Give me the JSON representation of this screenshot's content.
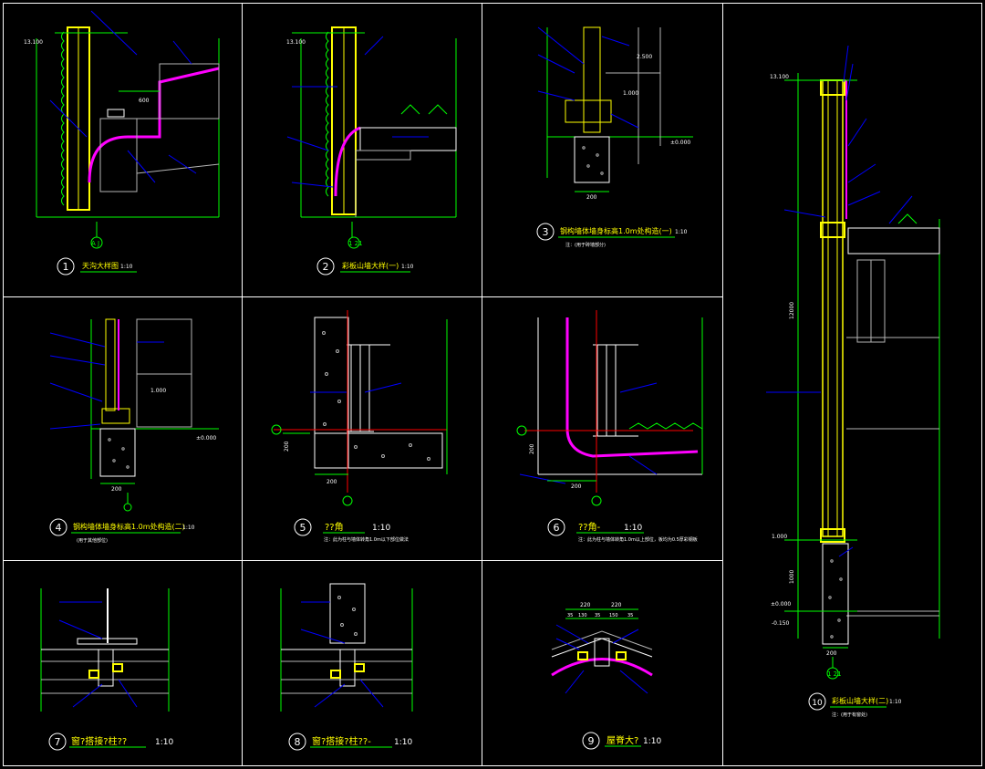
{
  "sheet": {
    "background": "#000000",
    "frame_color": "#ffffff"
  },
  "colors": {
    "green": "#00ff00",
    "yellow": "#ffff00",
    "magenta": "#ff00ff",
    "blue": "#0000ff",
    "red": "#ff0000",
    "white": "#ffffff",
    "grey": "#b4b4b4",
    "cyan": "#00ffff"
  },
  "details": [
    {
      "num": "1",
      "title": "天沟大样图",
      "scale": "1:10",
      "axis_label": "A J"
    },
    {
      "num": "2",
      "title": "彩板山墙大样(一)",
      "scale": "1:10",
      "axis_label": "1 21"
    },
    {
      "num": "3",
      "title": "钢构墙体墙身标高1.0m处构造(一)",
      "scale": "1:10",
      "note": "注：(用于砖墙部分)"
    },
    {
      "num": "4",
      "title": "钢构墙体墙身标高1.0m处构造(二)",
      "scale": "1:10",
      "note": "(用于其他部位)"
    },
    {
      "num": "5",
      "title": "??角",
      "scale": "1:10",
      "note": "注：此为柱与墙体转角1.0m以下部位做法"
    },
    {
      "num": "6",
      "title": "??角-",
      "scale": "1:10",
      "note": "注：此为柱与墙体转角1.0m以上部位，板均为0.5厚彩钢板"
    },
    {
      "num": "7",
      "title": "窗?搭接?柱??",
      "scale": "1:10"
    },
    {
      "num": "8",
      "title": "窗?搭接?柱??-",
      "scale": "1:10"
    },
    {
      "num": "9",
      "title": "屋脊大?",
      "scale": "1:10"
    },
    {
      "num": "10",
      "title": "彩板山墙大样(二)",
      "scale": "1:10",
      "axis_label": "1 21",
      "note": "注：(用于有窗处)"
    }
  ],
  "dims": {
    "d1_elev": "13.100",
    "d1_w": "600",
    "d2_elev": "13.100",
    "d3_a": "2.500",
    "d3_b": "1.000",
    "d3_c": "±0.000",
    "d3_w": "200",
    "d4_a": "1.000",
    "d4_b": "±0.000",
    "d4_w": "200",
    "d5_w": "200",
    "d5_h": "200",
    "d6_w": "200",
    "d6_h": "200",
    "d9_top": [
      "220",
      "220"
    ],
    "d9_sub": [
      "35",
      "130",
      "35",
      "150",
      "35"
    ],
    "d10_top": "13.100",
    "d10_mid": "1.000",
    "d10_zero": "±0.000",
    "d10_low": "-0.150",
    "d10_h1": "12000",
    "d10_h2": "1000",
    "d10_w": "200"
  }
}
